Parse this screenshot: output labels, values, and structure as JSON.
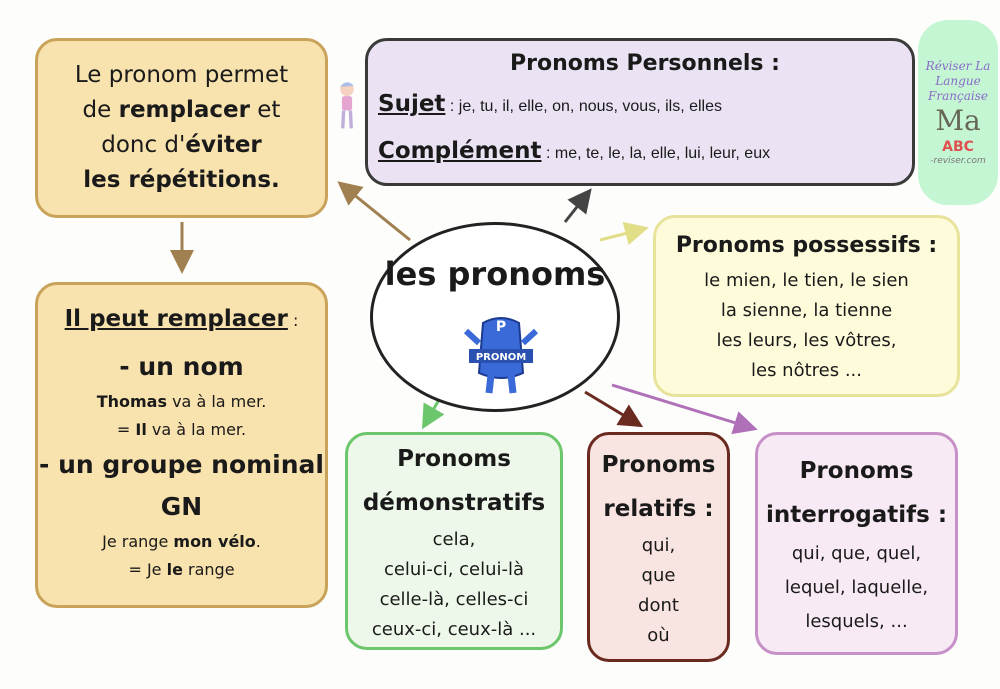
{
  "intro": {
    "line1": "Le pronom permet",
    "line2a": "de ",
    "line2b": "remplacer",
    "line2c": " et",
    "line3a": "donc d'",
    "line3b": "éviter",
    "line4": "les répétitions."
  },
  "replace": {
    "heading": "Il peut remplacer",
    "colon": " :",
    "item1": "- un nom",
    "ex1a": "Thomas",
    "ex1b": " va à la mer.",
    "ex1c": "= ",
    "ex1d": "Il",
    "ex1e": " va à la mer.",
    "item2": "- un groupe nominal",
    "item2b": "GN",
    "ex2a": "Je range ",
    "ex2b": "mon vélo",
    "ex2c": ".",
    "ex2d": "= Je ",
    "ex2e": "le",
    "ex2f": " range"
  },
  "personnels": {
    "title": "Pronoms Personnels :",
    "sujet_label": "Sujet",
    "sujet_list": " : je, tu, il, elle, on, nous, vous, ils, elles",
    "complement_label": "Complément",
    "complement_list": " : me, te, le, la, elle, lui, leur, eux"
  },
  "possessifs": {
    "title": "Pronoms possessifs :",
    "lines": [
      "le mien, le tien, le sien",
      "la sienne, la tienne",
      "les leurs, les vôtres,",
      "les nôtres ..."
    ]
  },
  "center": {
    "title": "les pronoms",
    "mascot_letter": "P",
    "mascot_label": "PRONOM"
  },
  "demonstratifs": {
    "title1": "Pronoms",
    "title2": "démonstratifs",
    "lines": [
      "cela,",
      "celui-ci, celui-là",
      "celle-là, celles-ci",
      "ceux-ci, ceux-là ..."
    ]
  },
  "relatifs": {
    "title1": "Pronoms",
    "title2": "relatifs :",
    "lines": [
      "qui,",
      "que",
      "dont",
      "où"
    ]
  },
  "interrogatifs": {
    "title1": "Pronoms",
    "title2": "interrogatifs :",
    "lines": [
      "qui, que, quel,",
      "lequel, laquelle,",
      "lesquels, ..."
    ]
  },
  "watermark": {
    "title": "Réviser La Langue Française",
    "logo": "Ma",
    "abc": "ABC",
    "site": "-reviser.com"
  }
}
